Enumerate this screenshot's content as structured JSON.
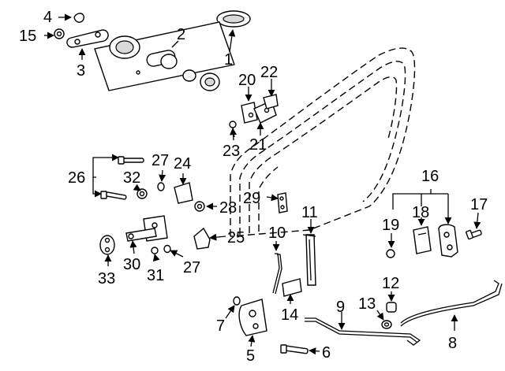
{
  "callouts": [
    {
      "id": "c1",
      "label": "1"
    },
    {
      "id": "c2",
      "label": "2"
    },
    {
      "id": "c3",
      "label": "3"
    },
    {
      "id": "c4",
      "label": "4"
    },
    {
      "id": "c5",
      "label": "5"
    },
    {
      "id": "c6",
      "label": "6"
    },
    {
      "id": "c7",
      "label": "7"
    },
    {
      "id": "c8",
      "label": "8"
    },
    {
      "id": "c9",
      "label": "9"
    },
    {
      "id": "c10",
      "label": "10"
    },
    {
      "id": "c11",
      "label": "11"
    },
    {
      "id": "c12",
      "label": "12"
    },
    {
      "id": "c13",
      "label": "13"
    },
    {
      "id": "c14",
      "label": "14"
    },
    {
      "id": "c15",
      "label": "15"
    },
    {
      "id": "c16",
      "label": "16"
    },
    {
      "id": "c17",
      "label": "17"
    },
    {
      "id": "c18",
      "label": "18"
    },
    {
      "id": "c19",
      "label": "19"
    },
    {
      "id": "c20",
      "label": "20"
    },
    {
      "id": "c21",
      "label": "21"
    },
    {
      "id": "c22",
      "label": "22"
    },
    {
      "id": "c23",
      "label": "23"
    },
    {
      "id": "c24",
      "label": "24"
    },
    {
      "id": "c25",
      "label": "25"
    },
    {
      "id": "c26",
      "label": "26"
    },
    {
      "id": "c27a",
      "label": "27"
    },
    {
      "id": "c27b",
      "label": "27"
    },
    {
      "id": "c28",
      "label": "28"
    },
    {
      "id": "c29",
      "label": "29"
    },
    {
      "id": "c30",
      "label": "30"
    },
    {
      "id": "c31",
      "label": "31"
    },
    {
      "id": "c32",
      "label": "32"
    },
    {
      "id": "c33",
      "label": "33"
    }
  ]
}
